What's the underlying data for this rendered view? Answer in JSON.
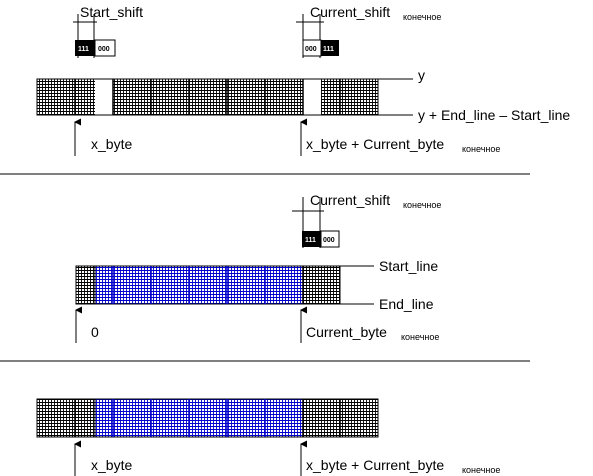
{
  "top_panel": {
    "start_shift_label": "Start_shift",
    "current_shift_label": "Current_shift",
    "current_shift_sub": "конечное",
    "start_shift_bits": [
      "111",
      "000"
    ],
    "current_shift_bits": [
      "000",
      "111"
    ],
    "y_label": "y",
    "y_end_label": "y + End_line – Start_line",
    "x_byte_label": "x_byte",
    "x_byte_current_label": "x_byte + Current_byte",
    "x_byte_current_sub": "конечное"
  },
  "middle_panel": {
    "current_shift_label": "Current_shift",
    "current_shift_sub": "конечное",
    "current_shift_bits": [
      "111",
      "000"
    ],
    "start_line_label": "Start_line",
    "end_line_label": "End_line",
    "zero_label": "0",
    "current_byte_label": "Current_byte",
    "current_byte_sub": "конечное"
  },
  "bottom_panel": {
    "x_byte_label": "x_byte",
    "x_byte_current_label": "x_byte + Current_byte",
    "x_byte_current_sub": "конечное"
  },
  "colors": {
    "grid_black": "#000000",
    "grid_blue": "#0000cc",
    "line": "#000000"
  }
}
